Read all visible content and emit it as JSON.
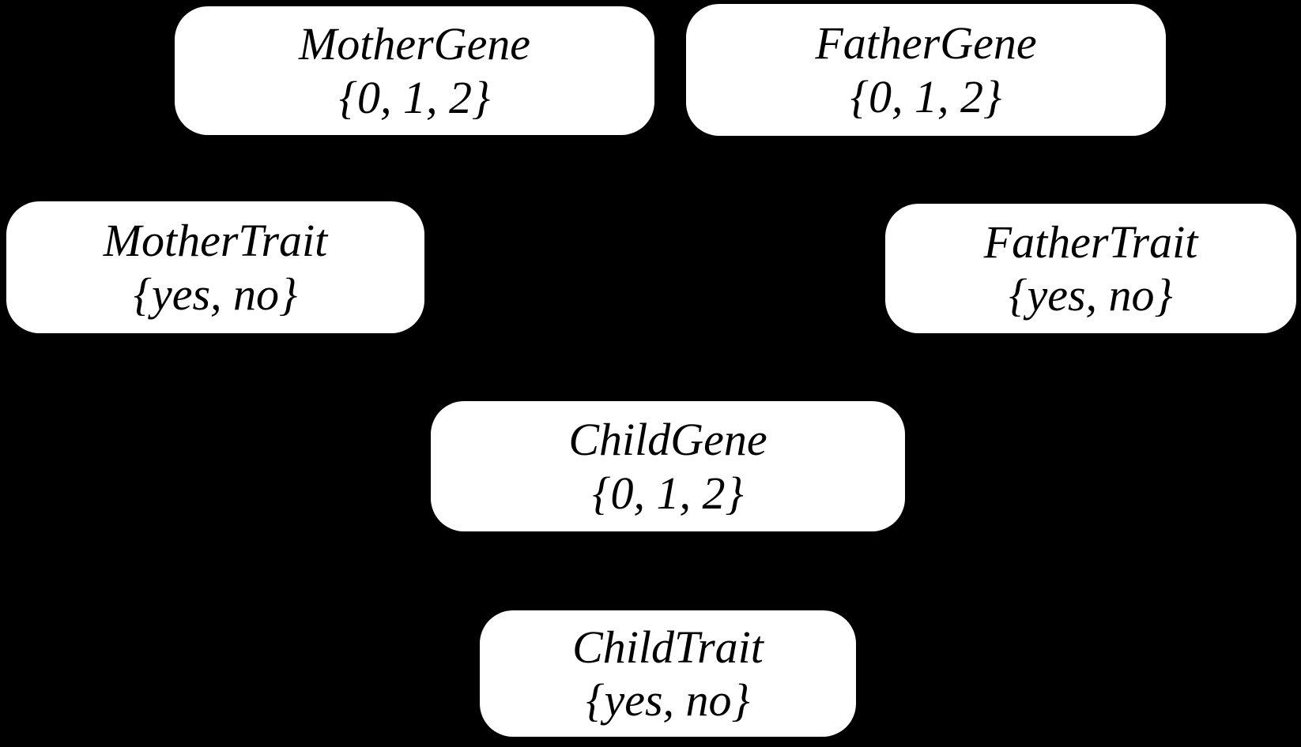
{
  "diagram_type": "bayesian-network",
  "colors": {
    "background": "#000000",
    "node_fill": "#ffffff",
    "node_text": "#000000"
  },
  "nodes": [
    {
      "id": "mother-gene",
      "label": "MotherGene",
      "values": "{0, 1, 2}"
    },
    {
      "id": "father-gene",
      "label": "FatherGene",
      "values": "{0, 1, 2}"
    },
    {
      "id": "mother-trait",
      "label": "MotherTrait",
      "values": "{yes, no}"
    },
    {
      "id": "father-trait",
      "label": "FatherTrait",
      "values": "{yes, no}"
    },
    {
      "id": "child-gene",
      "label": "ChildGene",
      "values": "{0, 1, 2}"
    },
    {
      "id": "child-trait",
      "label": "ChildTrait",
      "values": "{yes, no}"
    }
  ]
}
